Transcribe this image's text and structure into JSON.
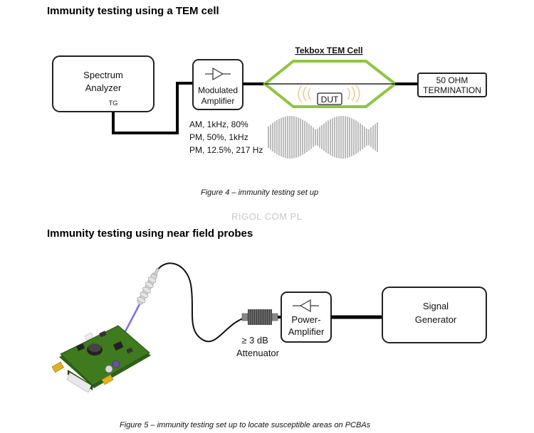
{
  "section1": {
    "heading": "Immunity testing using a TEM cell",
    "spectrum_analyzer": {
      "line1": "Spectrum",
      "line2": "Analyzer",
      "port": "TG"
    },
    "modulated_amplifier": {
      "line1": "Modulated",
      "line2": "Amplifier"
    },
    "tem_cell_label": "Tekbox TEM Cell",
    "dut_label": "DUT",
    "termination": {
      "line1": "50 OHM",
      "line2": "TERMINATION"
    },
    "modulation_lines": [
      "AM, 1kHz, 80%",
      "PM, 50%, 1kHz",
      "PM, 12.5%, 217 Hz"
    ],
    "caption": "Figure 4 – immunity testing set up",
    "colors": {
      "tem_green": "#8cc63f",
      "wire": "#000000",
      "waves": "#f2c98a"
    }
  },
  "watermark": "RIGOL COM PL",
  "section2": {
    "heading": "Immunity testing using near field probes",
    "attenuator": {
      "line1": "≥ 3 dB",
      "line2": "Attenuator"
    },
    "power_amplifier": {
      "line1": "Power-",
      "line2": "Amplifier"
    },
    "signal_generator": {
      "line1": "Signal",
      "line2": "Generator"
    },
    "caption": "Figure 5 – immunity testing set up to locate susceptible areas on PCBAs",
    "colors": {
      "pcb_green": "#3f7a1e",
      "connector_gold": "#e0b020",
      "probe": "#d9d9d9"
    }
  }
}
